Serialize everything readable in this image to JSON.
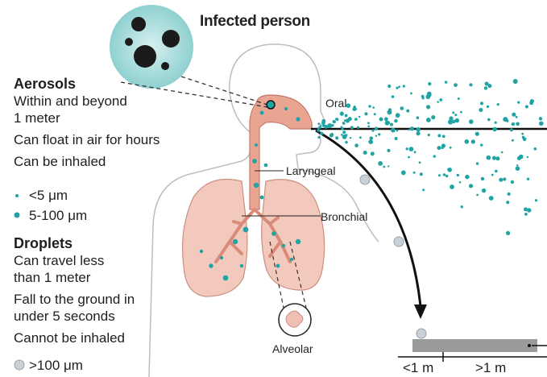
{
  "title": "Infected person",
  "aerosols": {
    "heading": "Aerosols",
    "lines": [
      "Within and beyond",
      "1 meter",
      "Can float in air for hours",
      "Can be inhaled"
    ],
    "size_small": "<5 μm",
    "size_large": "5-100 μm"
  },
  "droplets": {
    "heading": "Droplets",
    "lines": [
      "Can travel less",
      "than 1 meter",
      "Fall to the ground in",
      "under 5 seconds",
      "Cannot be inhaled"
    ],
    "size": ">100 μm"
  },
  "regions": {
    "oral": "Oral",
    "laryngeal": "Laryngeal",
    "bronchial": "Bronchial",
    "alveolar": "Alveolar"
  },
  "distance": {
    "near": "<1 m",
    "far": ">1 m"
  },
  "colors": {
    "aerosol": "#1fa3a3",
    "droplet": "#c9d0d6",
    "tissue": "#eec1b4",
    "airway": "#e08f7c",
    "ground": "#9a9a9a"
  }
}
